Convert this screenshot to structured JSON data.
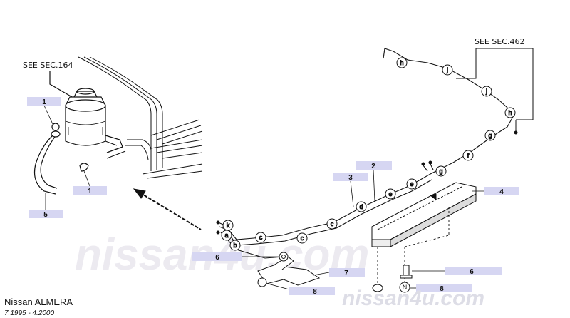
{
  "references": {
    "sec164": "SEE SEC.164",
    "sec462": "SEE SEC.462"
  },
  "callouts": [
    {
      "id": "c1a",
      "text": "1"
    },
    {
      "id": "c1b",
      "text": "1"
    },
    {
      "id": "c5",
      "text": "5"
    },
    {
      "id": "c3",
      "text": "3"
    },
    {
      "id": "c2",
      "text": "2"
    },
    {
      "id": "c4",
      "text": "4"
    },
    {
      "id": "c6a",
      "text": "6"
    },
    {
      "id": "c7",
      "text": "7"
    },
    {
      "id": "c8a",
      "text": "8"
    },
    {
      "id": "c6b",
      "text": "6"
    },
    {
      "id": "c8b",
      "text": "8"
    }
  ],
  "clip_letters": [
    "h",
    "j",
    "j",
    "h",
    "g",
    "f",
    "g",
    "e",
    "e",
    "d",
    "c",
    "c",
    "c",
    "b",
    "a",
    "k",
    "N"
  ],
  "footer": {
    "model": "Nissan  ALMERA",
    "period": "7.1995  -  4.2000"
  },
  "watermark": {
    "main": "nissan4u.com",
    "corner": "nissan4u.com"
  },
  "colors": {
    "label_box": "#d6d6f2",
    "line": "#111111",
    "watermark": "#e9e9ee"
  }
}
